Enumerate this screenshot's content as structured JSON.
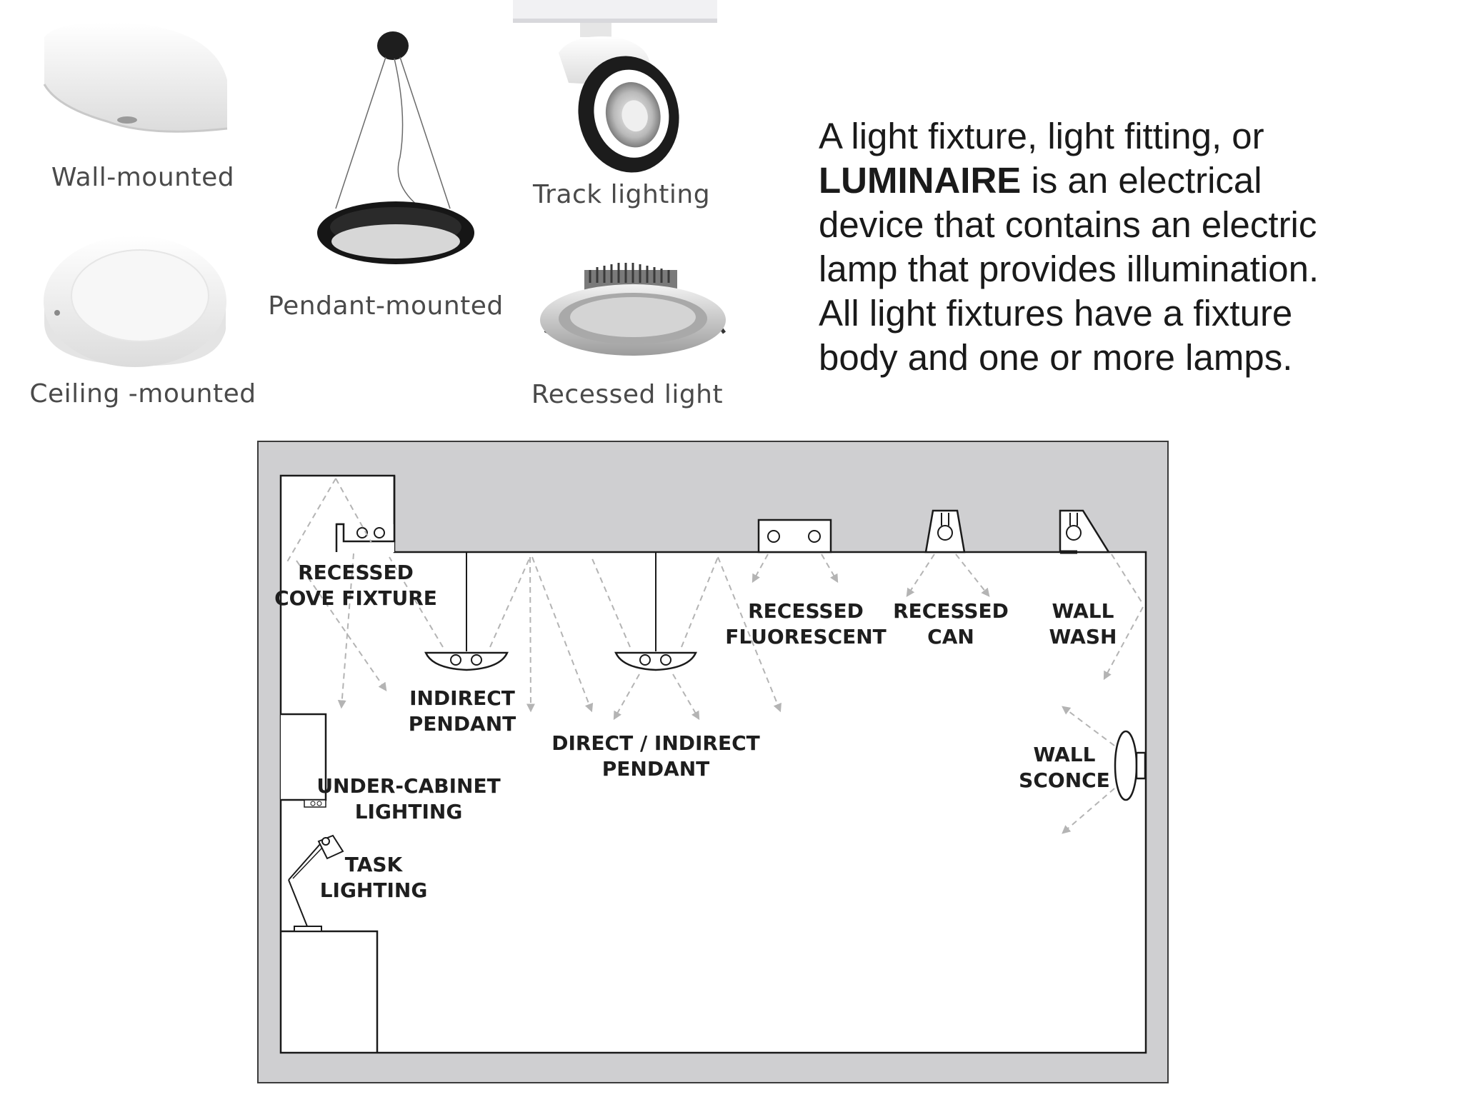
{
  "fixtures": {
    "wall_mounted": "Wall-mounted",
    "pendant_mounted": "Pendant-mounted",
    "track_lighting": "Track lighting",
    "ceiling_mounted": "Ceiling -mounted",
    "recessed_light": "Recessed light"
  },
  "description": {
    "line1": "A light fixture, light fitting, or",
    "bold_word": "LUMINAIRE",
    "line2_rest": " is an electrical",
    "line3": "device that contains an electric",
    "line4": "lamp that provides illumination.",
    "line5": "All light fixtures have a fixture",
    "line6": "body and one or more lamps."
  },
  "room_diagram": {
    "recessed_cove": [
      "RECESSED",
      "COVE FIXTURE"
    ],
    "indirect_pendant": [
      "INDIRECT",
      "PENDANT"
    ],
    "direct_indirect_pendant": [
      "DIRECT / INDIRECT",
      "PENDANT"
    ],
    "recessed_fluorescent": [
      "RECESSED",
      "FLUORESCENT"
    ],
    "recessed_can": [
      "RECESSED",
      "CAN"
    ],
    "wall_wash": [
      "WALL",
      "WASH"
    ],
    "wall_sconce": [
      "WALL",
      "SCONCE"
    ],
    "under_cabinet": [
      "UNDER-CABINET",
      "LIGHTING"
    ],
    "task_lighting": [
      "TASK",
      "LIGHTING"
    ]
  },
  "colors": {
    "room_frame": "#cfcfd1",
    "text_dark": "#1a1a1a",
    "caption_gray": "#4a4a4a",
    "light_ray_dash": "#b4b4b4"
  }
}
